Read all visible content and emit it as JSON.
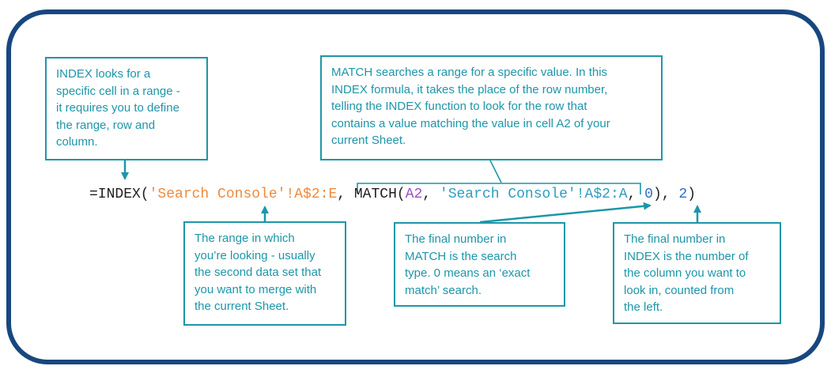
{
  "colors": {
    "navy_border": "#17477f",
    "teal": "#1d96a9",
    "formula_black": "#1f1f1f",
    "range_orange": "#ee8a3d",
    "cell_purple": "#9a4fc0",
    "range_cyan": "#2f9cc0",
    "number_blue": "#2d6fc3"
  },
  "callouts": {
    "index_definition": "INDEX looks for a\nspecific cell in a range -\nit requires you to define\nthe range, row and\ncolumn.",
    "match_definition": "MATCH searches a range for a specific value. In this\nINDEX formula, it takes the place of the row number,\ntelling the INDEX function to look for the row that\ncontains a value matching the value in cell A2 of your\ncurrent Sheet.",
    "range_explanation": "The range in which\nyou’re looking - usually\nthe second data set that\nyou want to merge with\nthe current Sheet.",
    "match_type_explanation": "The final number in\nMATCH is the search\ntype. 0 means an ‘exact\nmatch’ search.",
    "index_column_explanation": "The final number in\nINDEX is the number of\nthe column you want to\nlook in, counted from\nthe left."
  },
  "formula": {
    "full_text": "=INDEX('Search Console'!A$2:E, MATCH(A2, 'Search Console'!A$2:A, 0), 2)",
    "segments": [
      {
        "text": "=INDEX(",
        "color": "formula_black"
      },
      {
        "text": "'Search Console'!A$2:E",
        "color": "range_orange"
      },
      {
        "text": ", ",
        "color": "formula_black"
      },
      {
        "text": "MATCH(",
        "color": "formula_black"
      },
      {
        "text": "A2",
        "color": "cell_purple"
      },
      {
        "text": ", ",
        "color": "formula_black"
      },
      {
        "text": "'Search Console'!A$2:A",
        "color": "range_cyan"
      },
      {
        "text": ", ",
        "color": "formula_black"
      },
      {
        "text": "0",
        "color": "number_blue"
      },
      {
        "text": "), ",
        "color": "formula_black"
      },
      {
        "text": "2",
        "color": "number_blue"
      },
      {
        "text": ")",
        "color": "formula_black"
      }
    ]
  }
}
